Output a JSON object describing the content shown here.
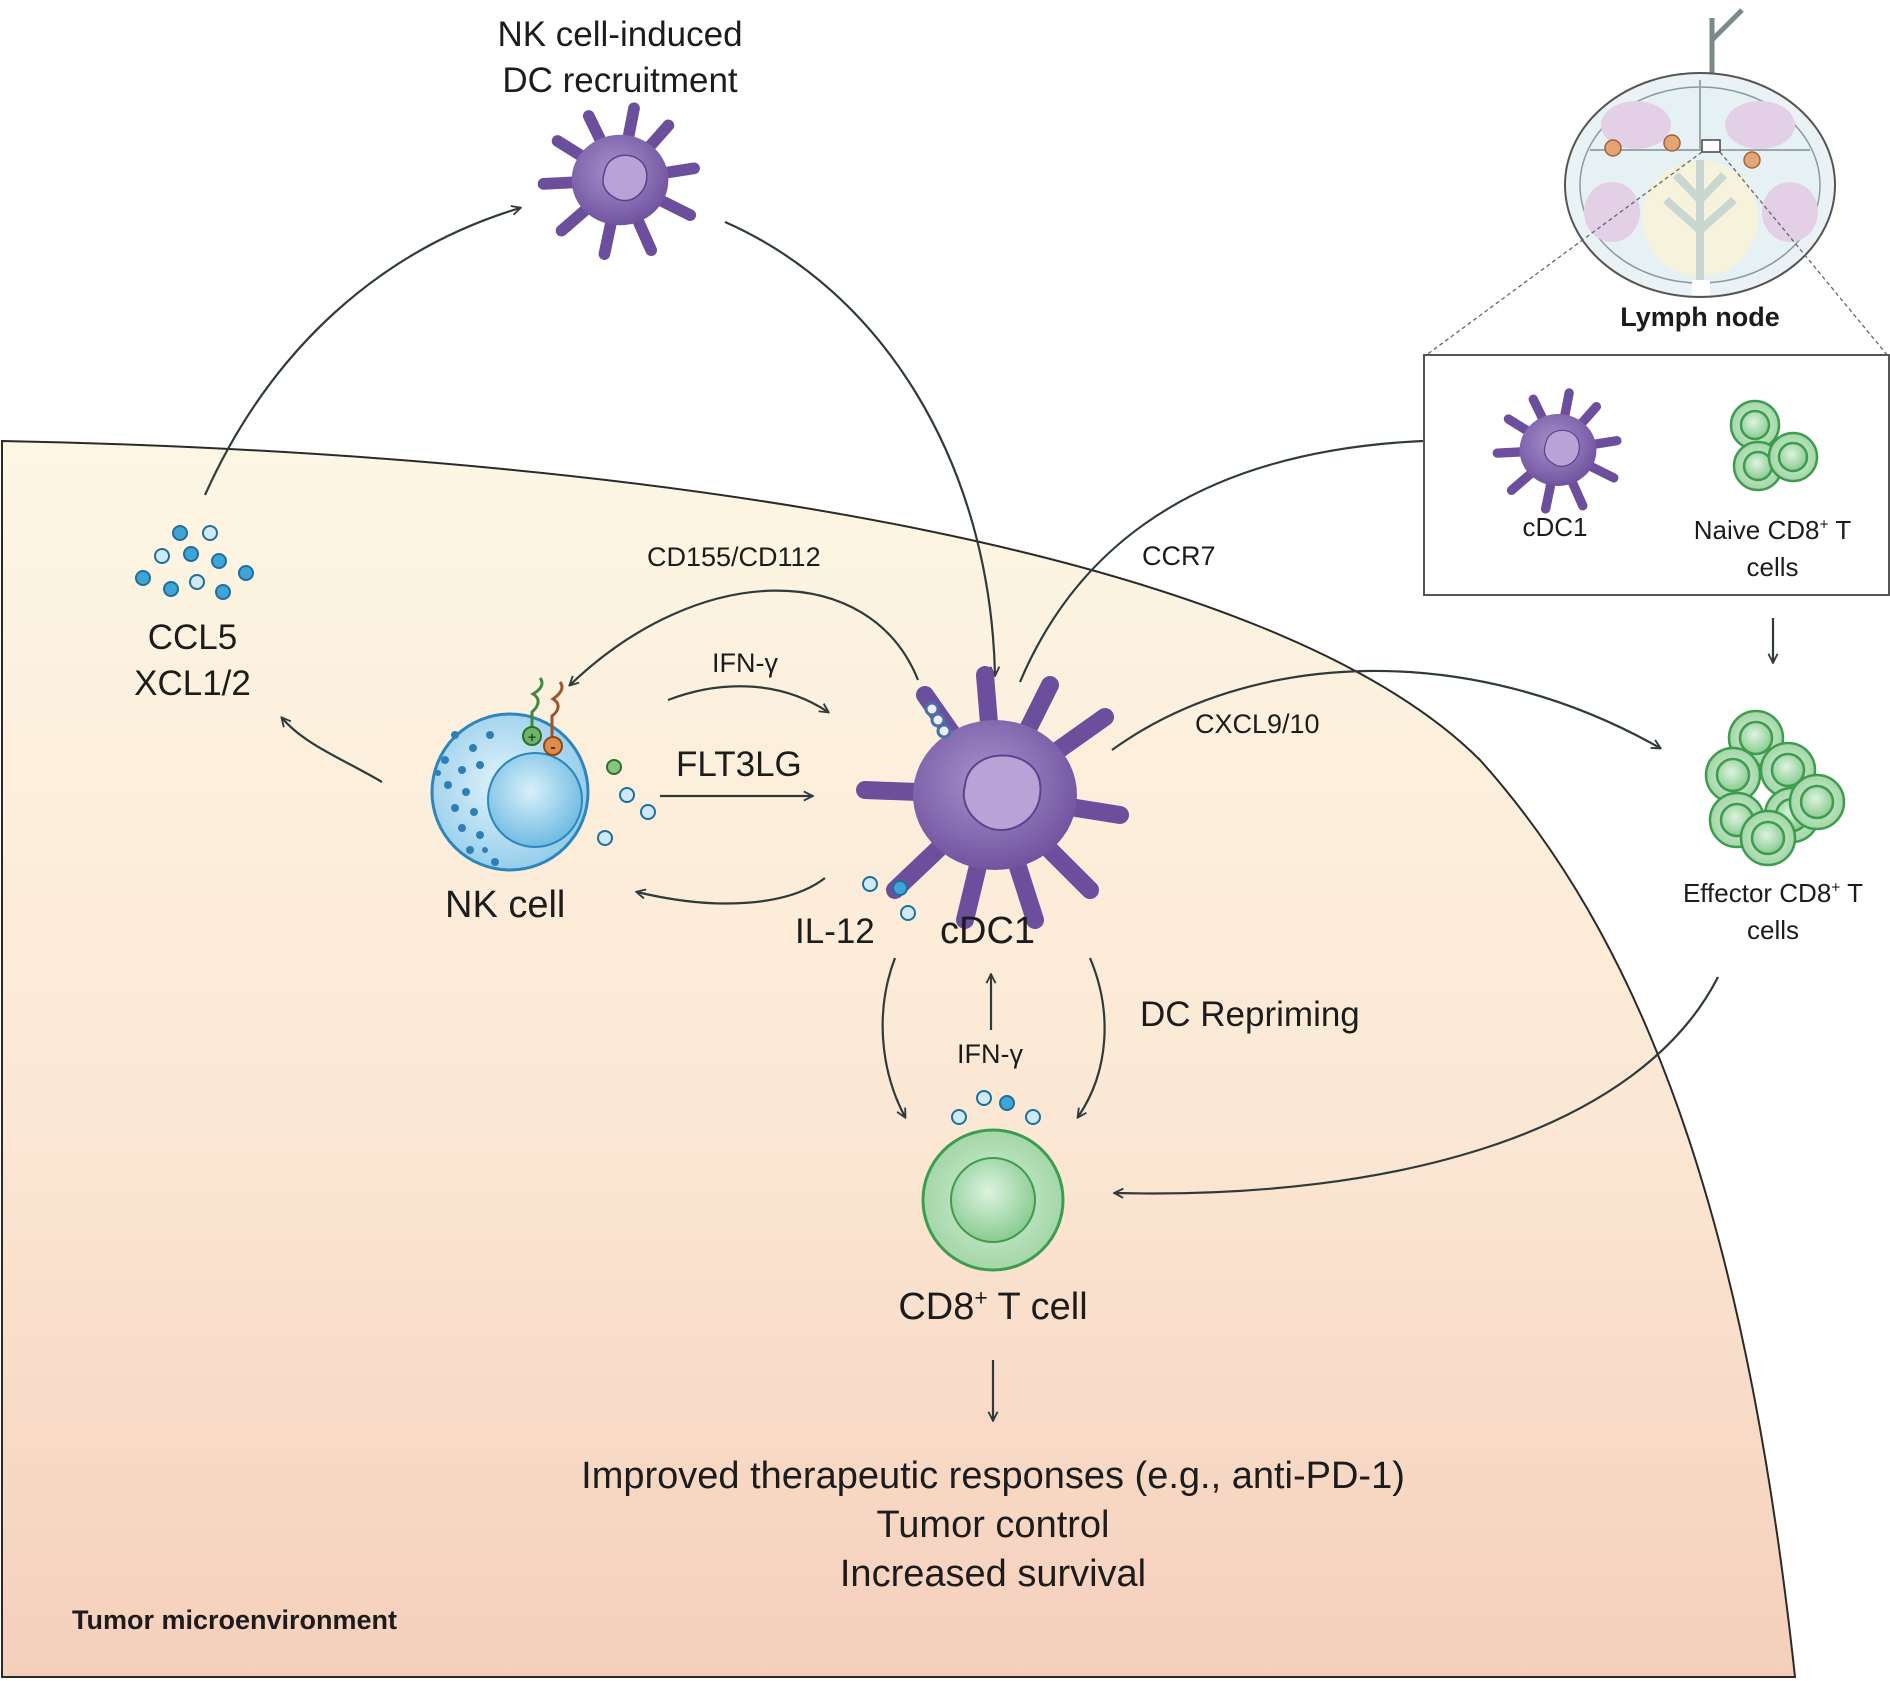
{
  "title": {
    "line1": "NK cell-induced",
    "line2": "DC recruitment"
  },
  "chemokines": {
    "line1": "CCL5",
    "line2": "XCL1/2"
  },
  "signals": {
    "cd155": "CD155/CD112",
    "ifng_top": "IFN-γ",
    "flt3lg": "FLT3LG",
    "il12": "IL-12",
    "ccr7": "CCR7",
    "cxcl": "CXCL9/10",
    "ifng_bottom": "IFN-γ",
    "repriming": "DC Repriming"
  },
  "cells": {
    "nk": "NK cell",
    "cdc1": "cDC1",
    "cd8_base": "CD8",
    "cd8_sup": "+",
    "cd8_rest": " T cell"
  },
  "lymph_node": {
    "label": "Lymph node",
    "inset_cdc1": "cDC1",
    "naive_base": "Naive CD8",
    "naive_sup": "+",
    "naive_rest": " T",
    "naive_line2": "cells"
  },
  "effector": {
    "base": "Effector CD8",
    "sup": "+",
    "rest": " T",
    "line2": "cells"
  },
  "outcomes": [
    "Improved therapeutic responses (e.g., anti-PD-1)",
    "Tumor control",
    "Increased survival"
  ],
  "region_label": "Tumor microenvironment",
  "colors": {
    "tumor_top": "#fdf5e3",
    "tumor_bottom": "#f6d0bd",
    "dc_purple": "#7c5ea8",
    "nk_blue": "#4aa9d8",
    "t_green": "#9fd6a4",
    "arrow": "#2f3b3b"
  }
}
